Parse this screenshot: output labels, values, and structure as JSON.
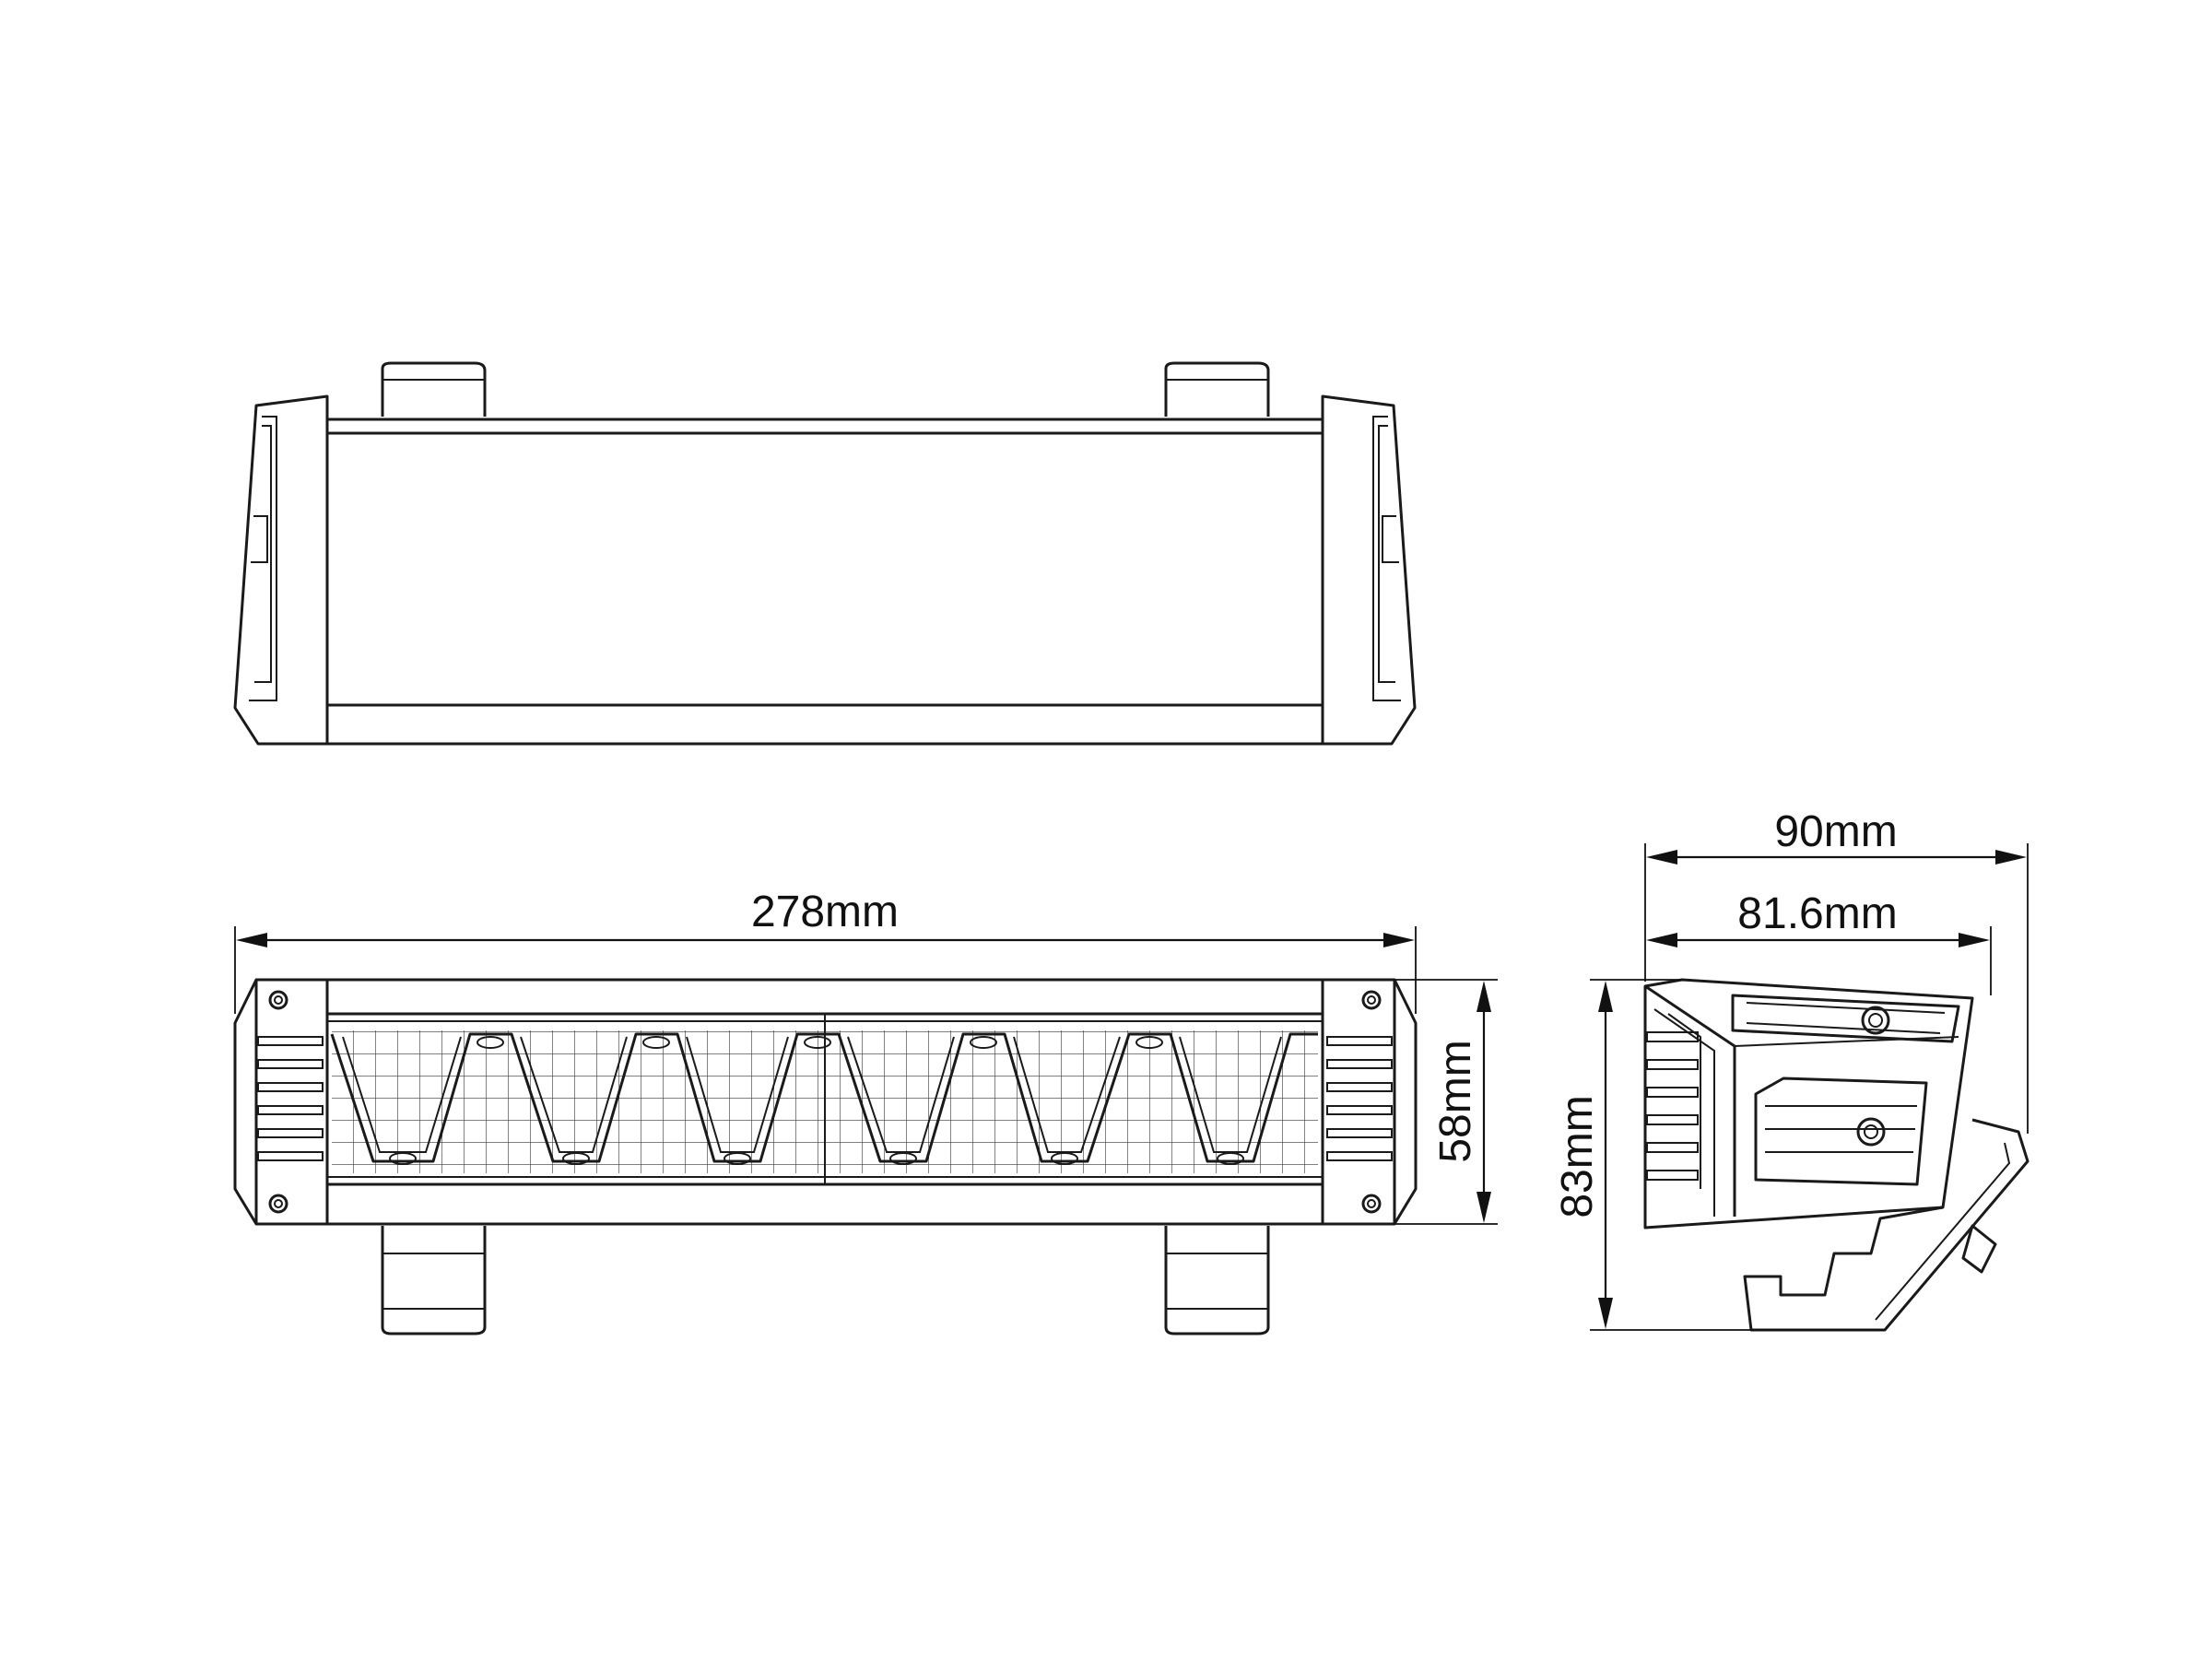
{
  "dimensions": {
    "length": "278mm",
    "height": "58mm",
    "depth": "90mm",
    "inner_depth": "81.6mm",
    "overall_height": "83mm"
  }
}
